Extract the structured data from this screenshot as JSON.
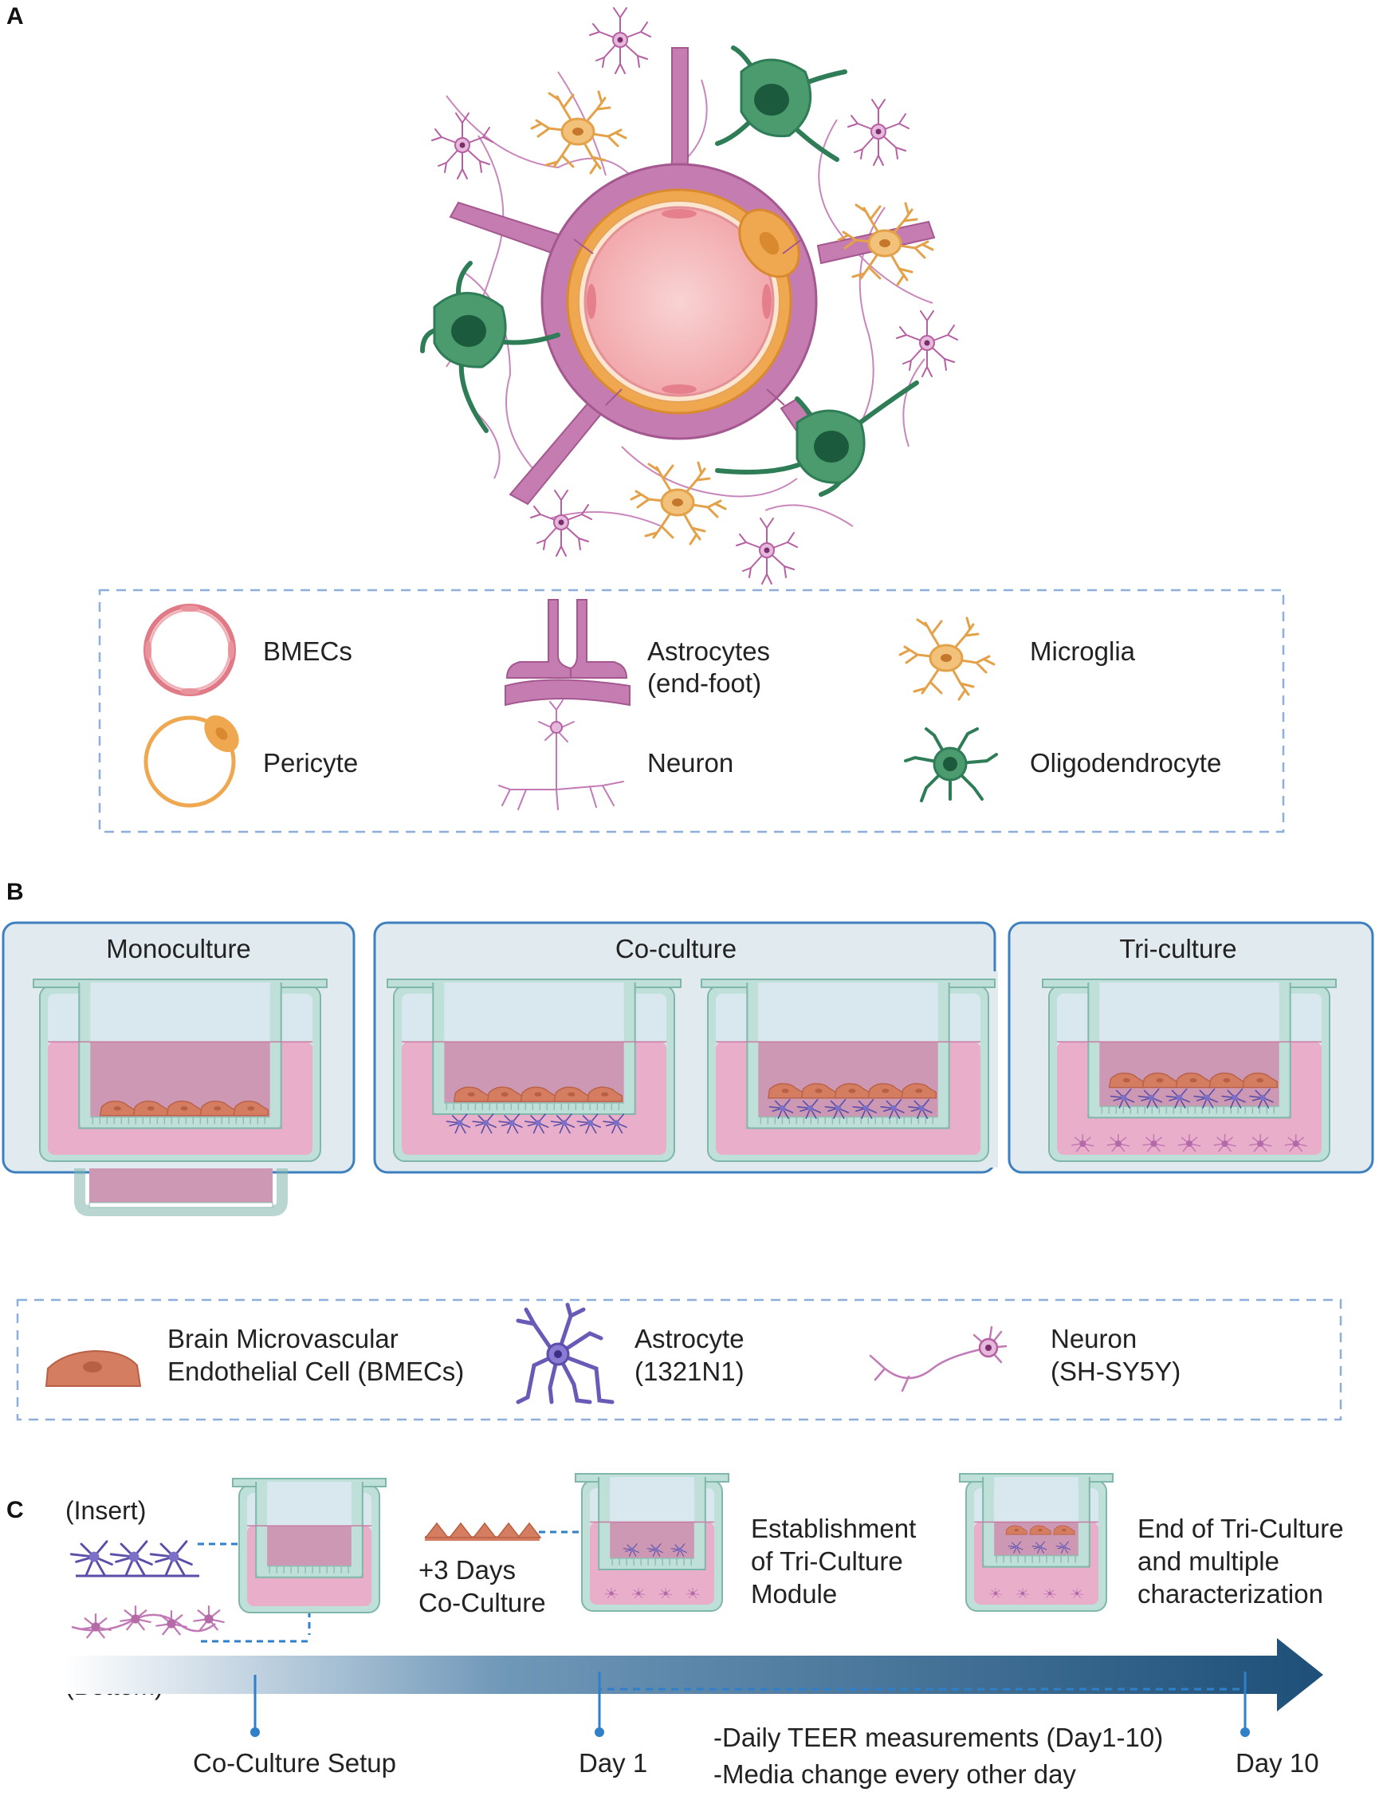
{
  "panels": {
    "a": "A",
    "b": "B",
    "c": "C"
  },
  "legend_a": {
    "bmecs": "BMECs",
    "astro_1": "Astrocytes",
    "astro_2": "(end-foot)",
    "microglia": "Microglia",
    "pericyte": "Pericyte",
    "neuron": "Neuron",
    "oligo": "Oligodendrocyte"
  },
  "panel_b": {
    "mono_title": "Monoculture",
    "co_title": "Co-culture",
    "tri_title": "Tri-culture"
  },
  "legend_b": {
    "bmec_1": "Brain Microvascular",
    "bmec_2": "Endothelial Cell (BMECs)",
    "astro_1": "Astrocyte",
    "astro_2": "(1321N1)",
    "neuron_1": "Neuron",
    "neuron_2": "(SH-SY5Y)"
  },
  "panel_c": {
    "insert": "(Insert)",
    "bottom": "(Bottom)",
    "days_1": "+3 Days",
    "days_2": "Co-Culture",
    "est_1": "Establishment",
    "est_2": "of Tri-Culture",
    "est_3": "Module",
    "end_1": "End of Tri-Culture",
    "end_2": "and multiple",
    "end_3": "characterization",
    "setup": "Co-Culture Setup",
    "day1": "Day 1",
    "day10": "Day 10",
    "note_1": "-Daily TEER measurements (Day1-10)",
    "note_2": "-Media change every other day"
  },
  "colors": {
    "vessel_pink": "#f4b7bb",
    "pericyte_orange": "#f0a850",
    "astro_purple": "#c57cb0",
    "microglia_gold": "#e8a84a",
    "oligo_green": "#2f7d57",
    "well_teal": "#bfe0d8",
    "media_pink": "#e9aeca",
    "panel_bg": "#e1ebef",
    "panel_border": "#3d7fbf",
    "arrow_dark": "#1d4f78",
    "dash_blue": "#2f7fc9"
  }
}
